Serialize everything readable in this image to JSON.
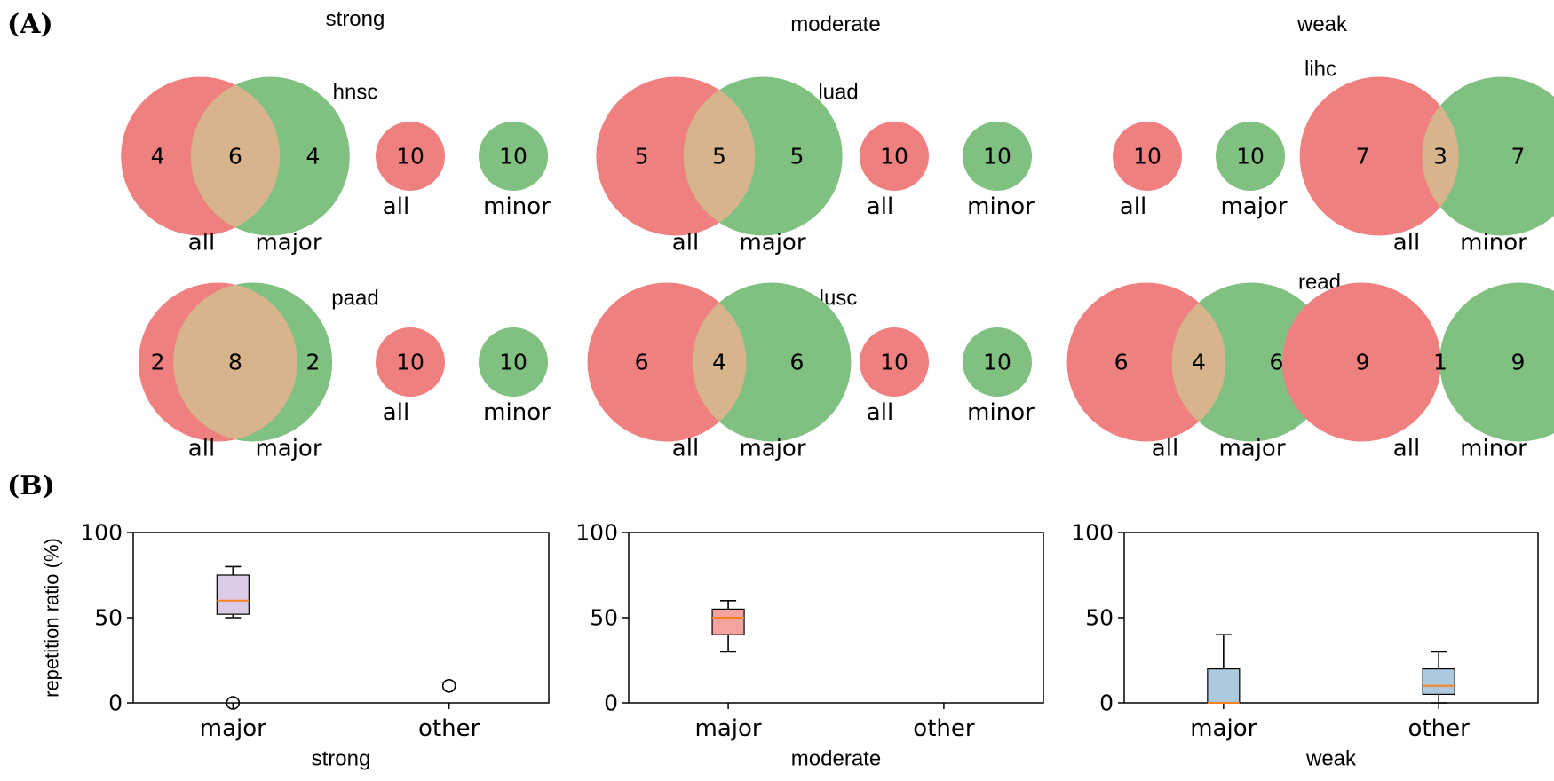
{
  "panels": {
    "a_label": "(A)",
    "b_label": "(B)"
  },
  "groups": [
    {
      "title": "strong"
    },
    {
      "title": "moderate"
    },
    {
      "title": "weak"
    }
  ],
  "colors": {
    "set_a": "#f08080",
    "set_b": "#80c080",
    "overlap": "#d8b48c",
    "median": "#f58220",
    "strong_box": "#dccbe5",
    "moderate_box": "#f5a39e",
    "weak_box": "#adc9de"
  },
  "chart_data": [
    {
      "type": "venn",
      "cancers": [
        {
          "name": "hnsc",
          "group": "strong",
          "diagrams": [
            {
              "sets": [
                "all",
                "major"
              ],
              "only_a": 4,
              "both": 6,
              "only_b": 4
            },
            {
              "sets": [
                "all",
                "minor"
              ],
              "only_a": 10,
              "both": null,
              "only_b": 10
            }
          ]
        },
        {
          "name": "paad",
          "group": "strong",
          "diagrams": [
            {
              "sets": [
                "all",
                "major"
              ],
              "only_a": 2,
              "both": 8,
              "only_b": 2
            },
            {
              "sets": [
                "all",
                "minor"
              ],
              "only_a": 10,
              "both": null,
              "only_b": 10
            }
          ]
        },
        {
          "name": "luad",
          "group": "moderate",
          "diagrams": [
            {
              "sets": [
                "all",
                "major"
              ],
              "only_a": 5,
              "both": 5,
              "only_b": 5
            },
            {
              "sets": [
                "all",
                "minor"
              ],
              "only_a": 10,
              "both": null,
              "only_b": 10
            }
          ]
        },
        {
          "name": "lusc",
          "group": "moderate",
          "diagrams": [
            {
              "sets": [
                "all",
                "major"
              ],
              "only_a": 6,
              "both": 4,
              "only_b": 6
            },
            {
              "sets": [
                "all",
                "minor"
              ],
              "only_a": 10,
              "both": null,
              "only_b": 10
            }
          ]
        },
        {
          "name": "lihc",
          "group": "weak",
          "diagrams": [
            {
              "sets": [
                "all",
                "major"
              ],
              "only_a": 10,
              "both": null,
              "only_b": 10
            },
            {
              "sets": [
                "all",
                "minor"
              ],
              "only_a": 7,
              "both": 3,
              "only_b": 7
            }
          ]
        },
        {
          "name": "read",
          "group": "weak",
          "diagrams": [
            {
              "sets": [
                "all",
                "major"
              ],
              "only_a": 6,
              "both": 4,
              "only_b": 6
            },
            {
              "sets": [
                "all",
                "minor"
              ],
              "only_a": 9,
              "both": 1,
              "only_b": 9
            }
          ]
        }
      ]
    },
    {
      "type": "box",
      "ylabel": "repetition ratio (%)",
      "ylim": [
        0,
        100
      ],
      "yticks": [
        0,
        50,
        100
      ],
      "panels": [
        {
          "xlabel": "strong",
          "categories": [
            "major",
            "other"
          ],
          "boxes": [
            {
              "category": "major",
              "whisker_low": 50,
              "q1": 52,
              "median": 60,
              "q3": 75,
              "whisker_high": 80,
              "outliers": [
                0
              ]
            },
            {
              "category": "other",
              "whisker_low": null,
              "q1": null,
              "median": null,
              "q3": null,
              "whisker_high": null,
              "outliers": [
                10
              ]
            }
          ]
        },
        {
          "xlabel": "moderate",
          "categories": [
            "major",
            "other"
          ],
          "boxes": [
            {
              "category": "major",
              "whisker_low": 30,
              "q1": 40,
              "median": 50,
              "q3": 55,
              "whisker_high": 60,
              "outliers": []
            },
            {
              "category": "other",
              "whisker_low": null,
              "q1": null,
              "median": null,
              "q3": null,
              "whisker_high": null,
              "outliers": []
            }
          ]
        },
        {
          "xlabel": "weak",
          "categories": [
            "major",
            "other"
          ],
          "boxes": [
            {
              "category": "major",
              "whisker_low": 0,
              "q1": 0,
              "median": 0,
              "q3": 20,
              "whisker_high": 40,
              "outliers": []
            },
            {
              "category": "other",
              "whisker_low": 0,
              "q1": 5,
              "median": 10,
              "q3": 20,
              "whisker_high": 30,
              "outliers": []
            }
          ]
        }
      ]
    }
  ]
}
